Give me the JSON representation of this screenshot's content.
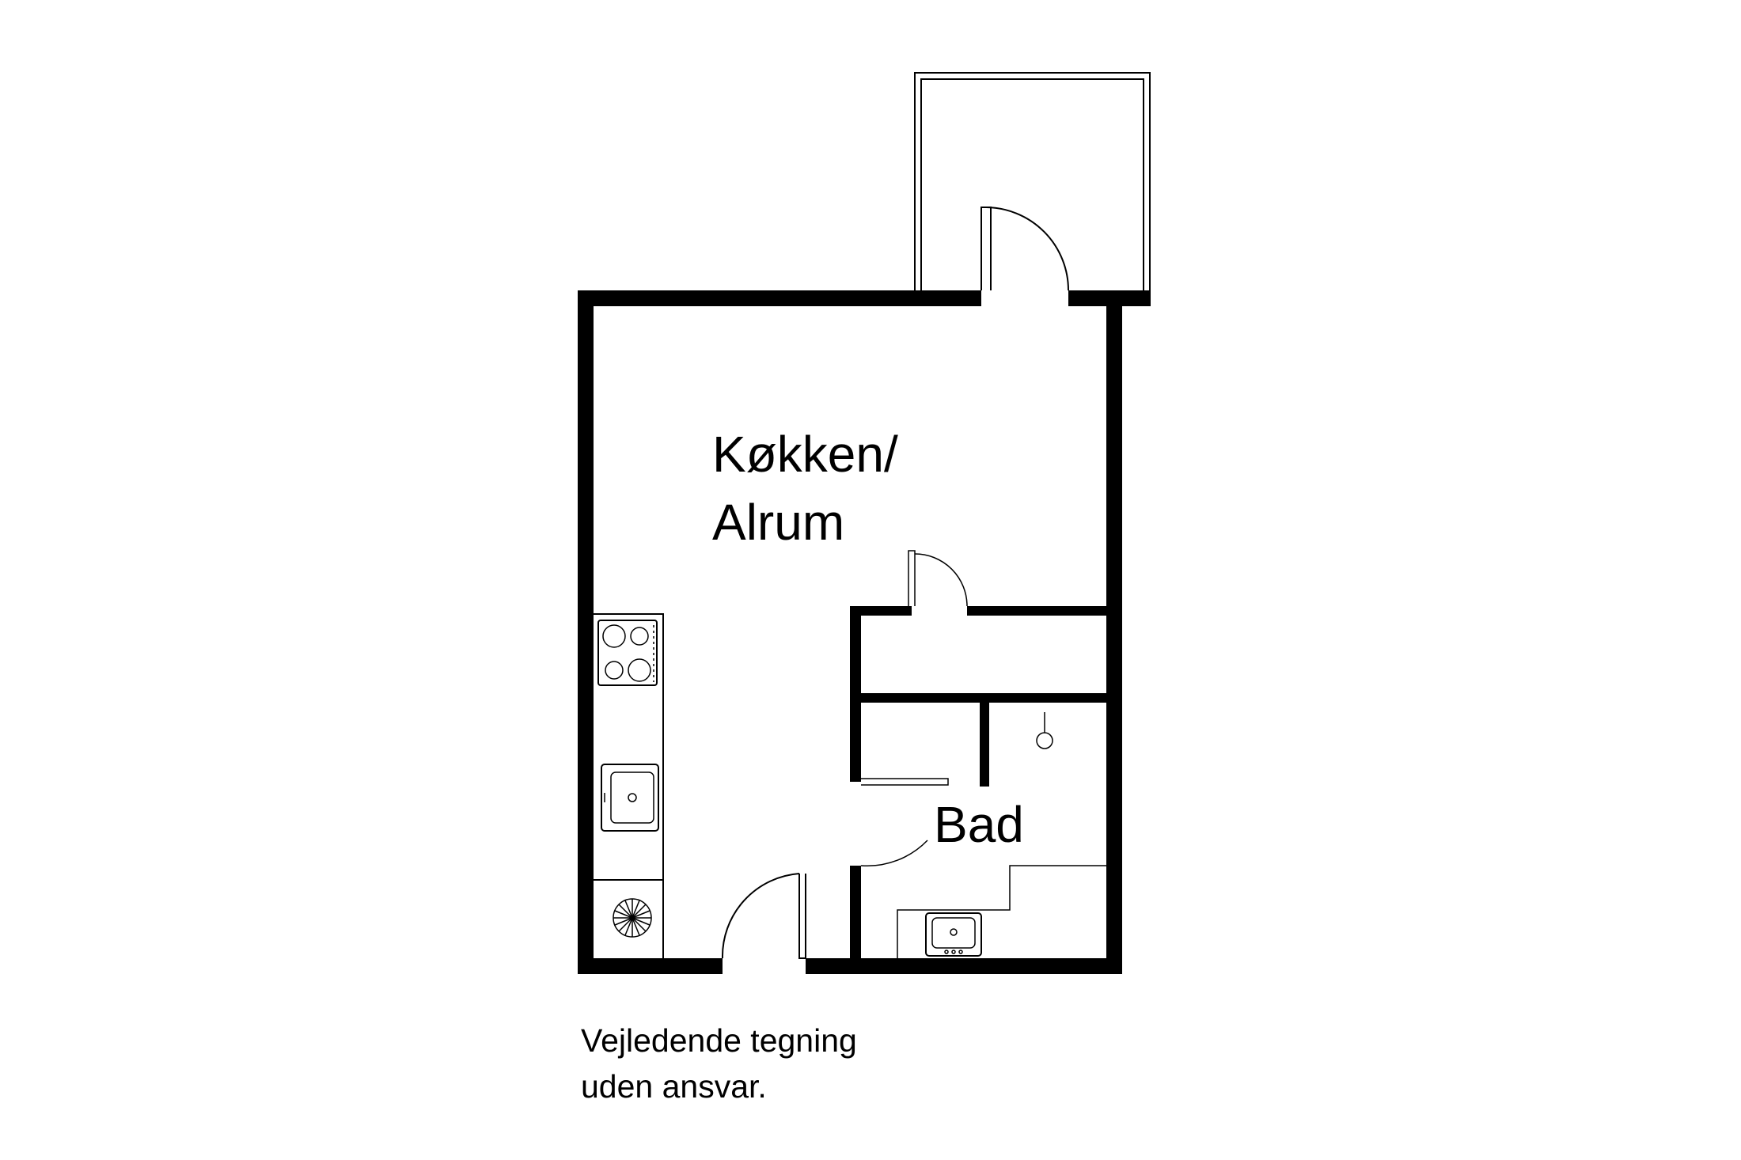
{
  "rooms": {
    "kitchen_line1": "Køkken/",
    "kitchen_line2": "Alrum",
    "bathroom": "Bad"
  },
  "disclaimer": {
    "line1": "Vejledende tegning",
    "line2": "uden ansvar."
  }
}
